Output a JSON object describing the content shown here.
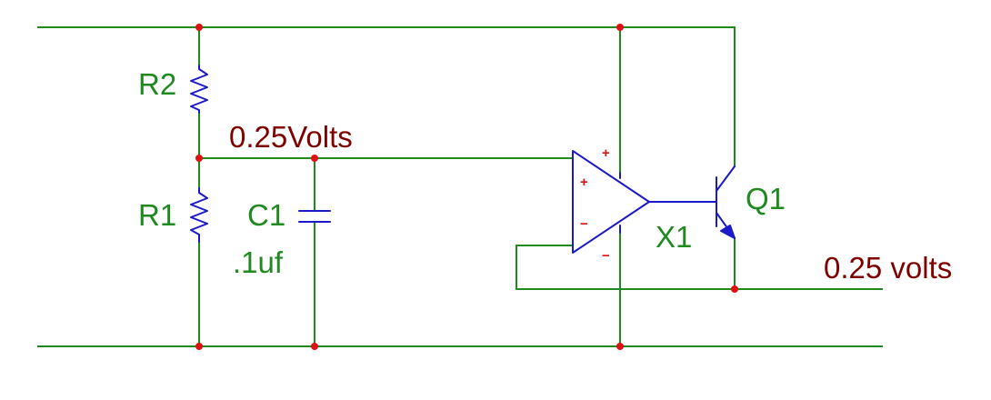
{
  "colors": {
    "wire": "#1f8a1f",
    "component": "#1a1ac8",
    "node": "#e01010",
    "ref_label": "#1f8a1f",
    "value_label": "#800000"
  },
  "components": {
    "r2": {
      "ref": "R2"
    },
    "r1": {
      "ref": "R1"
    },
    "c1": {
      "ref": "C1",
      "value": ".1uf"
    },
    "x1": {
      "ref": "X1",
      "plus_in": "+",
      "minus_in": "−",
      "plus_supply": "+",
      "minus_supply": "−"
    },
    "q1": {
      "ref": "Q1"
    }
  },
  "nets": {
    "divider_node": "0.25Volts",
    "output": "0.25 volts"
  }
}
